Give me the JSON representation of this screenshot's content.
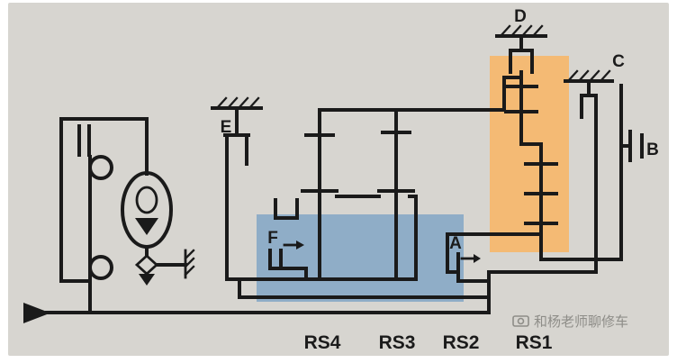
{
  "clutch_labels": {
    "d": "D",
    "c": "C",
    "e": "E",
    "b": "B",
    "f": "F",
    "a": "A"
  },
  "gearset_labels": [
    "RS4",
    "RS3",
    "RS2",
    "RS1"
  ],
  "watermark": {
    "text": "和杨老师聊修车"
  },
  "colors": {
    "background": "#d7d5d0",
    "line": "#1a1a1a",
    "highlight_orange": "#f4ba74",
    "highlight_blue": "#8fadc7"
  }
}
